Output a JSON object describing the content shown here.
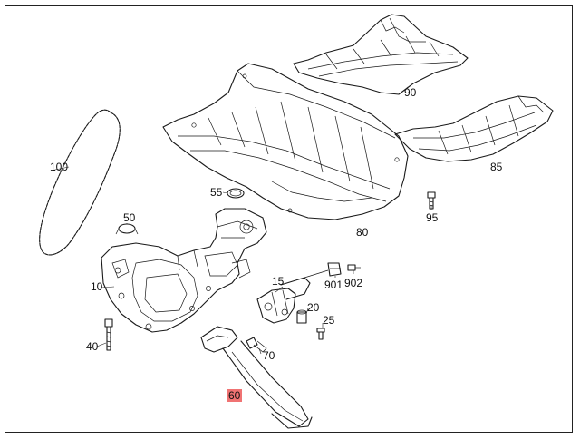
{
  "colors": {
    "highlight": "#f07373",
    "ink": "#1a1a1a",
    "paper": "#ffffff"
  },
  "parts": [
    {
      "id": "p10",
      "label": "10",
      "highlighted": false
    },
    {
      "id": "p15",
      "label": "15",
      "highlighted": false
    },
    {
      "id": "p20",
      "label": "20",
      "highlighted": false
    },
    {
      "id": "p25",
      "label": "25",
      "highlighted": false
    },
    {
      "id": "p40",
      "label": "40",
      "highlighted": false
    },
    {
      "id": "p50",
      "label": "50",
      "highlighted": false
    },
    {
      "id": "p55",
      "label": "55",
      "highlighted": false
    },
    {
      "id": "p60",
      "label": "60",
      "highlighted": true
    },
    {
      "id": "p70",
      "label": "70",
      "highlighted": false
    },
    {
      "id": "p80",
      "label": "80",
      "highlighted": false
    },
    {
      "id": "p85",
      "label": "85",
      "highlighted": false
    },
    {
      "id": "p90",
      "label": "90",
      "highlighted": false
    },
    {
      "id": "p95",
      "label": "95",
      "highlighted": false
    },
    {
      "id": "p100",
      "label": "100",
      "highlighted": false
    },
    {
      "id": "p901",
      "label": "901",
      "highlighted": false
    },
    {
      "id": "p902",
      "label": "902",
      "highlighted": false
    }
  ]
}
